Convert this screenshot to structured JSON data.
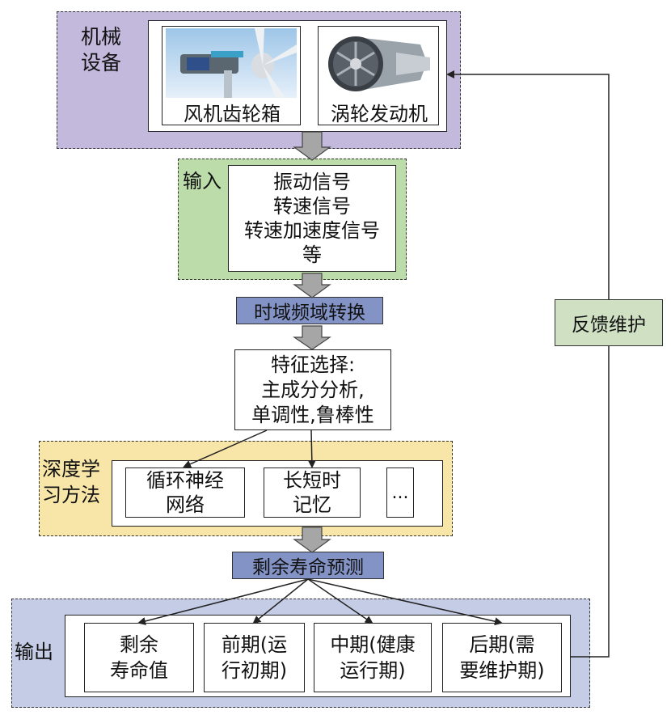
{
  "equipment": {
    "label": "机械\n设备",
    "items": [
      {
        "name": "风机齿轮箱",
        "icon": "wind-turbine-gearbox-photo"
      },
      {
        "name": "涡轮发动机",
        "icon": "turbine-engine-photo"
      }
    ]
  },
  "input": {
    "label": "输入",
    "signals": [
      "振动信号",
      "转速信号",
      "转速加速度信号",
      "等"
    ]
  },
  "transform": {
    "label": "时域频域转换"
  },
  "feature": {
    "lines": [
      "特征选择:",
      "主成分分析,",
      "单调性,鲁棒性"
    ]
  },
  "deep_learning": {
    "label": "深度学\n习方法",
    "methods": [
      {
        "text": "循环神经\n网络"
      },
      {
        "text": "长短时\n记忆"
      },
      {
        "text": "..."
      }
    ]
  },
  "prediction": {
    "label": "剩余寿命预测"
  },
  "output": {
    "label": "输出",
    "items": [
      {
        "text": "剩余\n寿命值"
      },
      {
        "text": "前期(运\n行初期)"
      },
      {
        "text": "中期(健康\n运行期)"
      },
      {
        "text": "后期(需\n要维护期)"
      }
    ]
  },
  "feedback": {
    "label": "反馈维护"
  },
  "colors": {
    "equipment_bg": "#c3b9dc",
    "input_bg": "#bcdcaa",
    "deep_learning_bg": "#f7e6a7",
    "output_bg": "#c5cce5",
    "tag_bg": "#8393c6",
    "feedback_bg": "#cfe0c3",
    "arrow_fill": "#a6a6a6"
  }
}
